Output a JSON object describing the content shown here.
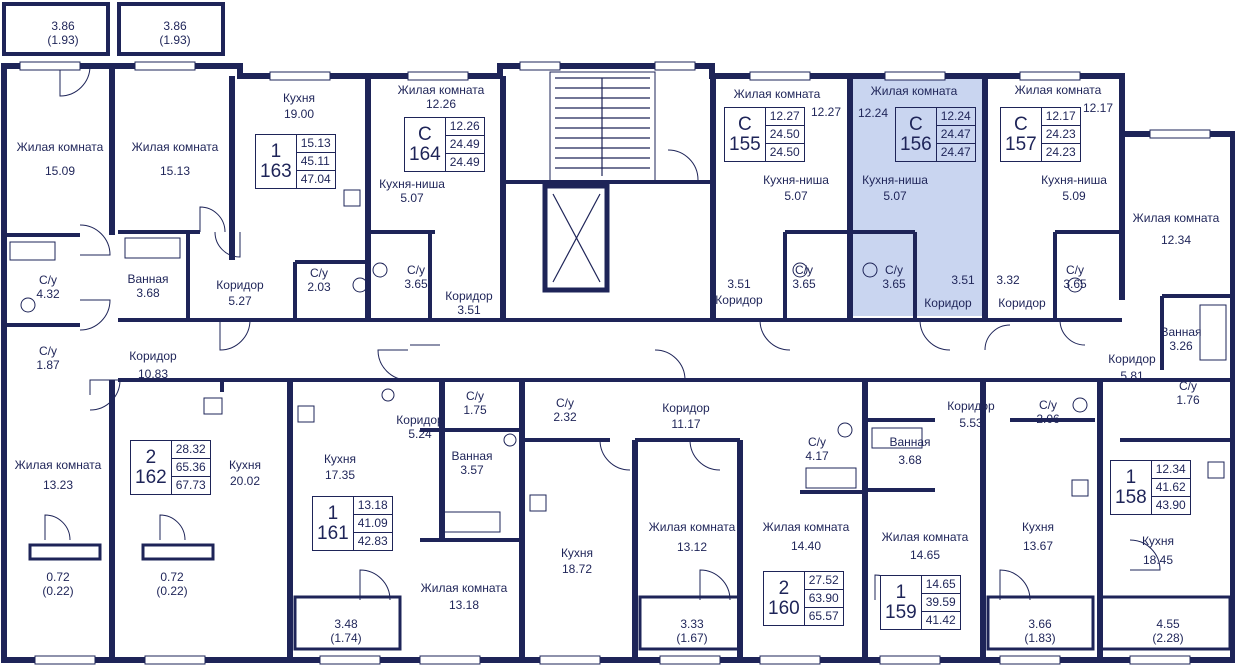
{
  "colors": {
    "wall": "#1e2458",
    "highlight": "#c9d5f0",
    "window": "#ffffff"
  },
  "balconies_top": [
    {
      "area": "3.86",
      "sub": "(1.93)"
    },
    {
      "area": "3.86",
      "sub": "(1.93)"
    }
  ],
  "balconies_bottom": [
    {
      "area": "0.72",
      "sub": "(0.22)"
    },
    {
      "area": "0.72",
      "sub": "(0.22)"
    },
    {
      "area": "3.48",
      "sub": "(1.74)"
    },
    {
      "area": "3.33",
      "sub": "(1.67)"
    },
    {
      "area": "3.66",
      "sub": "(1.83)"
    },
    {
      "area": "4.55",
      "sub": "(2.28)"
    }
  ],
  "rooms": {
    "r1": {
      "name": "Жилая комната",
      "area": "15.09"
    },
    "r2": {
      "name": "Жилая комната",
      "area": "15.13"
    },
    "r3": {
      "name": "Кухня",
      "area": "19.00"
    },
    "r4": {
      "name": "Жилая комната",
      "area": "12.26"
    },
    "r5": {
      "name": "Кухня-ниша",
      "area": "5.07"
    },
    "r6": {
      "name": "С/у",
      "area": "4.32"
    },
    "r7": {
      "name": "Ванная",
      "area": "3.68"
    },
    "r8": {
      "name": "Коридор",
      "area": "5.27"
    },
    "r9": {
      "name": "С/у",
      "area": "2.03"
    },
    "r10": {
      "name": "С/у",
      "area": "3.65"
    },
    "r11": {
      "name": "Коридор",
      "area": "3.51"
    },
    "r12": {
      "name": "С/у",
      "area": "1.87"
    },
    "r13": {
      "name": "Коридор",
      "area": "10.83"
    },
    "r14": {
      "name": "Жилая комната",
      "area": "12.27"
    },
    "r15": {
      "name": "Кухня-ниша",
      "area": "5.07"
    },
    "r16": {
      "name": "С/у",
      "area": "3.65"
    },
    "r17": {
      "name": "Коридор",
      "area": "3.51"
    },
    "r18": {
      "name": "Жилая комната",
      "area": "12.24"
    },
    "r19": {
      "name": "Кухня-ниша",
      "area": "5.07"
    },
    "r20": {
      "name": "С/у",
      "area": "3.65"
    },
    "r21": {
      "name": "Коридор",
      "area": "3.51"
    },
    "r22": {
      "name": "Жилая комната",
      "area": "12.17"
    },
    "r23": {
      "name": "Кухня-ниша",
      "area": "5.09"
    },
    "r24": {
      "name": "С/у",
      "area": "3.65"
    },
    "r25": {
      "name": "Коридор",
      "area": "3.32"
    },
    "r26": {
      "name": "Жилая комната",
      "area": "12.34"
    },
    "r27": {
      "name": "Ванная",
      "area": "3.26"
    },
    "r28": {
      "name": "Коридор",
      "area": "5.81"
    },
    "r29": {
      "name": "С/у",
      "area": "1.76"
    },
    "r30": {
      "name": "Жилая комната",
      "area": "13.23"
    },
    "r31": {
      "name": "Кухня",
      "area": "20.02"
    },
    "r32": {
      "name": "Кухня",
      "area": "17.35"
    },
    "r33": {
      "name": "Коридор",
      "area": "5.24"
    },
    "r34": {
      "name": "С/у",
      "area": "1.75"
    },
    "r35": {
      "name": "Ванная",
      "area": "3.57"
    },
    "r36": {
      "name": "Жилая комната",
      "area": "13.18"
    },
    "r37": {
      "name": "С/у",
      "area": "2.32"
    },
    "r38": {
      "name": "Кухня",
      "area": "18.72"
    },
    "r39": {
      "name": "Коридор",
      "area": "11.17"
    },
    "r40": {
      "name": "Жилая комната",
      "area": "13.12"
    },
    "r41": {
      "name": "С/у",
      "area": "4.17"
    },
    "r42": {
      "name": "Жилая комната",
      "area": "14.40"
    },
    "r43": {
      "name": "Ванная",
      "area": "3.68"
    },
    "r44": {
      "name": "Жилая комната",
      "area": "14.65"
    },
    "r45": {
      "name": "Коридор",
      "area": "5.53"
    },
    "r46": {
      "name": "С/у",
      "area": "2.06"
    },
    "r47": {
      "name": "Кухня",
      "area": "13.67"
    },
    "r48": {
      "name": "Кухня",
      "area": "18.45"
    }
  },
  "apartments": {
    "a163": {
      "rooms": "1",
      "number": "163",
      "living": "15.13",
      "total": "45.11",
      "total_balcony": "47.04"
    },
    "a164": {
      "rooms": "С",
      "number": "164",
      "living": "12.26",
      "total": "24.49",
      "total_balcony": "24.49"
    },
    "a155": {
      "rooms": "С",
      "number": "155",
      "living": "12.27",
      "total": "24.50",
      "total_balcony": "24.50"
    },
    "a156": {
      "rooms": "С",
      "number": "156",
      "living": "12.24",
      "total": "24.47",
      "total_balcony": "24.47"
    },
    "a157": {
      "rooms": "С",
      "number": "157",
      "living": "12.17",
      "total": "24.23",
      "total_balcony": "24.23"
    },
    "a162": {
      "rooms": "2",
      "number": "162",
      "living": "28.32",
      "total": "65.36",
      "total_balcony": "67.73"
    },
    "a161": {
      "rooms": "1",
      "number": "161",
      "living": "13.18",
      "total": "41.09",
      "total_balcony": "42.83"
    },
    "a160": {
      "rooms": "2",
      "number": "160",
      "living": "27.52",
      "total": "63.90",
      "total_balcony": "65.57"
    },
    "a159": {
      "rooms": "1",
      "number": "159",
      "living": "14.65",
      "total": "39.59",
      "total_balcony": "41.42"
    },
    "a158": {
      "rooms": "1",
      "number": "158",
      "living": "12.34",
      "total": "41.62",
      "total_balcony": "43.90"
    }
  }
}
